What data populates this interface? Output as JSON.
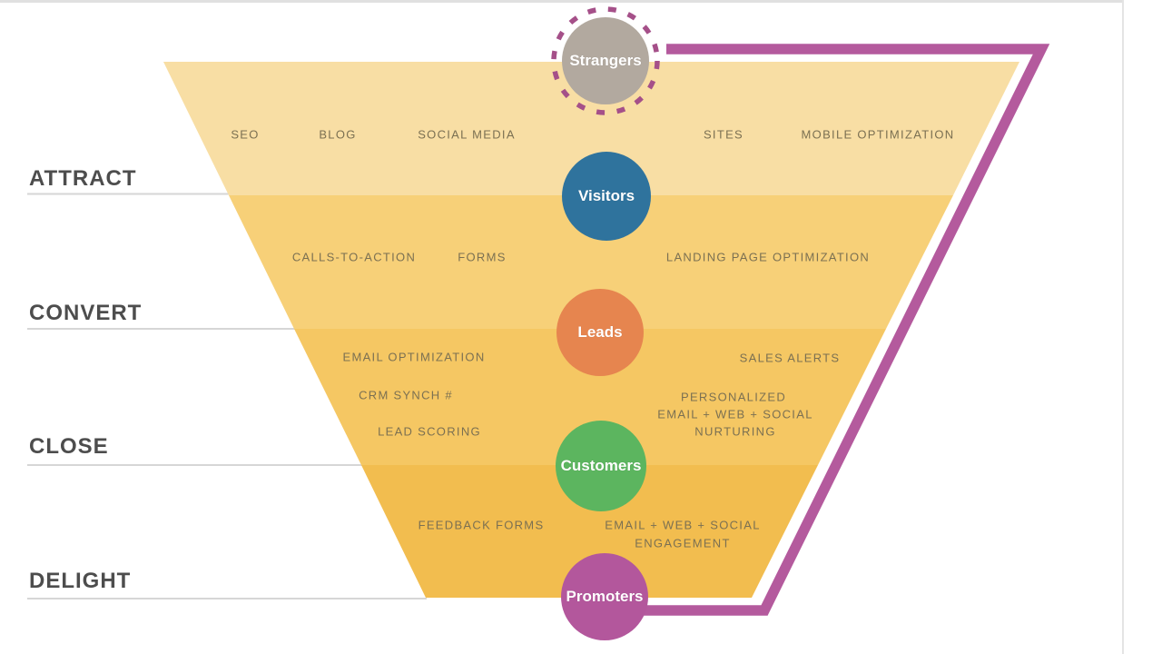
{
  "diagram": {
    "stages": [
      "ATTRACT",
      "CONVERT",
      "CLOSE",
      "DELIGHT"
    ],
    "funnel_circles": [
      "Strangers",
      "Visitors",
      "Leads",
      "Customers",
      "Promoters"
    ],
    "tactics": {
      "attract": [
        "SEO",
        "BLOG",
        "SOCIAL MEDIA",
        "SITES",
        "MOBILE OPTIMIZATION"
      ],
      "convert": [
        "CALLS-TO-ACTION",
        "FORMS",
        "LANDING PAGE OPTIMIZATION"
      ],
      "close_left": [
        "EMAIL OPTIMIZATION",
        "CRM SYNCH #",
        "LEAD SCORING"
      ],
      "close_right": [
        "SALES ALERTS",
        "PERSONALIZED",
        "EMAIL + WEB + SOCIAL",
        "NURTURING"
      ],
      "delight": [
        "FEEDBACK FORMS",
        "EMAIL + WEB + SOCIAL",
        "ENGAGEMENT"
      ]
    },
    "colors": {
      "attract_band": "#f8dea4",
      "convert_band": "#f7d078",
      "close_band": "#f5c763",
      "delight_band": "#f2bd4f",
      "strangers": "#b2a99f",
      "visitors": "#2f739d",
      "leads": "#e6854f",
      "customers": "#5cb55f",
      "promoters": "#b3579c",
      "cycle_arrow": "#b45a9d",
      "cycle_dash": "#a55089"
    }
  }
}
